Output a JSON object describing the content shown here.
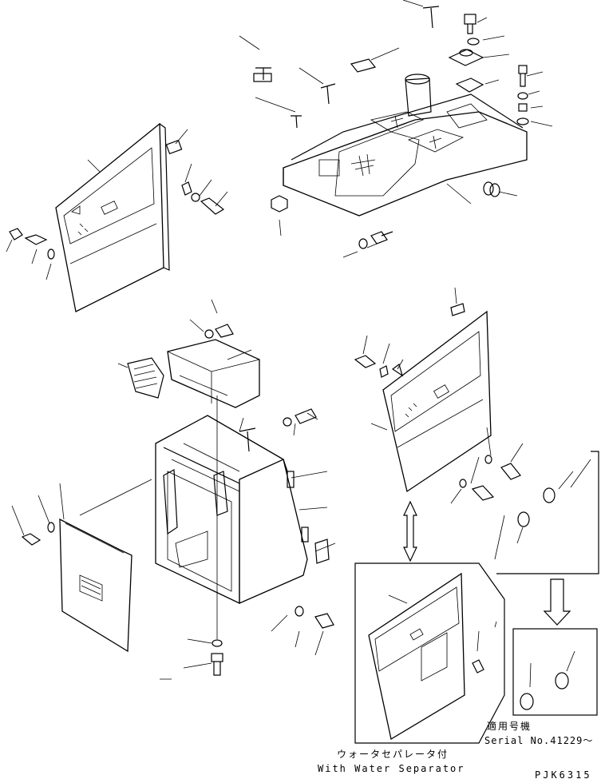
{
  "captions": {
    "water_separator_jp": "ウォータセパレータ付",
    "water_separator_en": "With Water Separator",
    "applicable_serial_jp": "適用号機",
    "serial_en": "Serial No.41229～",
    "drawing_code": "PJK6315"
  }
}
